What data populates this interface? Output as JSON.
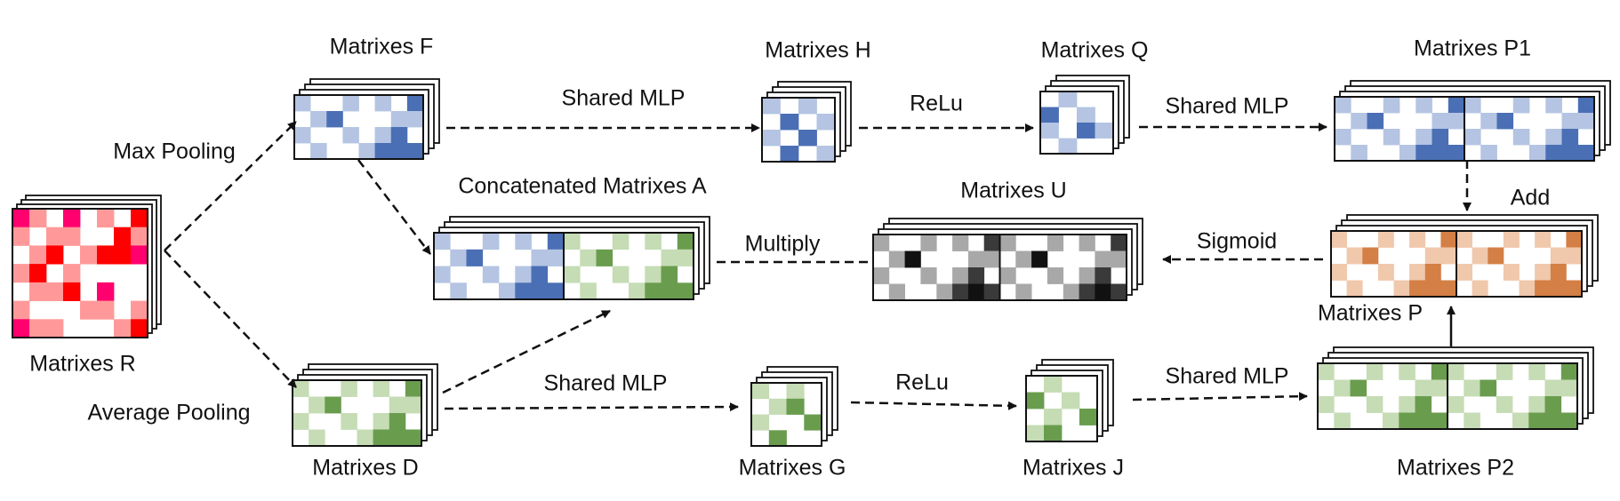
{
  "labels": {
    "matrixes_r": "Matrixes R",
    "max_pooling": "Max Pooling",
    "average_pooling": "Average Pooling",
    "matrixes_f": "Matrixes F",
    "matrixes_d": "Matrixes D",
    "concatenated_a": "Concatenated Matrixes A",
    "shared_mlp_top": "Shared MLP",
    "matrixes_h": "Matrixes H",
    "relu_top": "ReLu",
    "matrixes_q": "Matrixes Q",
    "shared_mlp_top2": "Shared MLP",
    "matrixes_p1": "Matrixes P1",
    "add": "Add",
    "matrixes_u": "Matrixes U",
    "multiply": "Multiply",
    "sigmoid": "Sigmoid",
    "matrixes_p": "Matrixes P",
    "shared_mlp_bottom": "Shared MLP",
    "matrixes_g": "Matrixes G",
    "relu_bottom": "ReLu",
    "matrixes_j": "Matrixes J",
    "shared_mlp_bottom2": "Shared MLP",
    "matrixes_p2": "Matrixes P2"
  },
  "colors": {
    "red_dark": "#ff0000",
    "red_pink": "#ff006e",
    "red_light": "#ff9999",
    "blue_dark": "#4a6fb5",
    "blue_light": "#b4c4e2",
    "green_dark": "#6a9c4e",
    "green_light": "#c5dcb5",
    "gray_dark": "#3a3a3a",
    "gray_light": "#a8a8a8",
    "orange_dark": "#d47f45",
    "orange_light": "#f0c8ac"
  }
}
